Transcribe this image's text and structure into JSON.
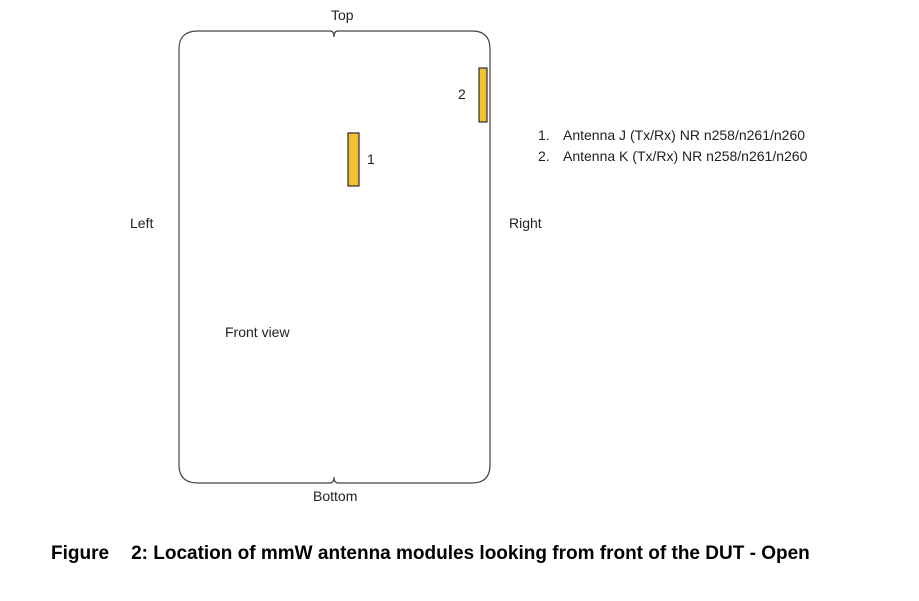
{
  "diagram": {
    "labels": {
      "top": "Top",
      "bottom": "Bottom",
      "left": "Left",
      "right": "Right",
      "front_view": "Front view"
    },
    "antennas": [
      {
        "number": "1",
        "description": "Antenna J (Tx/Rx) NR n258/n261/n260",
        "list_marker": "1."
      },
      {
        "number": "2",
        "description": "Antenna K (Tx/Rx) NR n258/n261/n260",
        "list_marker": "2."
      }
    ],
    "colors": {
      "antenna_fill": "#f2c033",
      "antenna_stroke": "#2b2b2b",
      "outline": "#444444"
    }
  },
  "caption": {
    "figure_word": "Figure",
    "text": "2: Location of mmW antenna modules looking from front of the DUT - Open"
  }
}
